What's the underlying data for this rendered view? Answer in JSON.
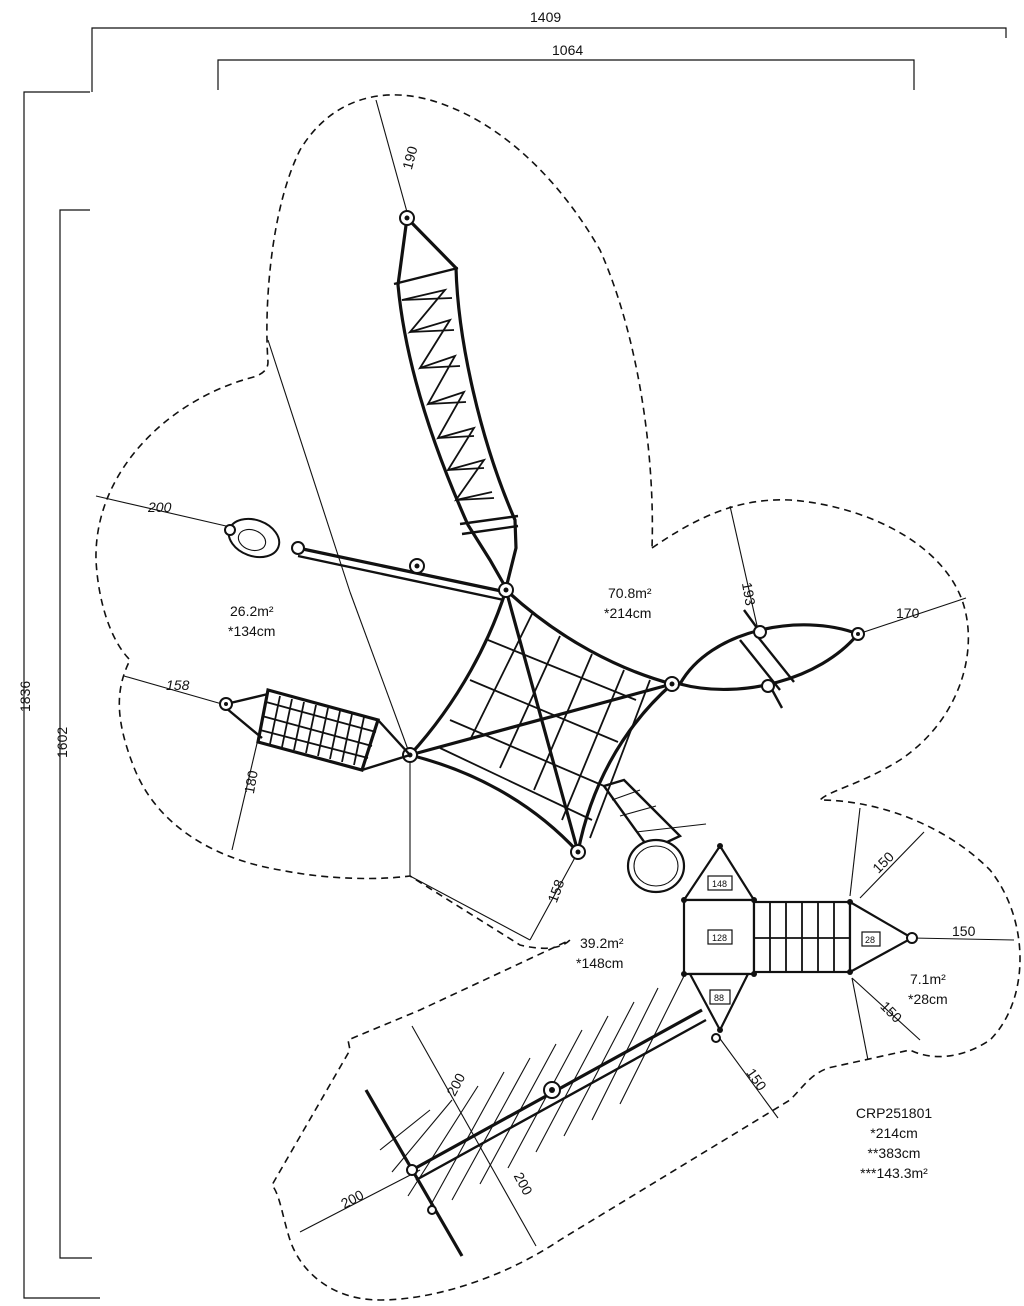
{
  "overall": {
    "width_outer": "1409",
    "width_inner": "1064",
    "height_outer": "1836",
    "height_inner": "1602"
  },
  "clearances": {
    "tower_top": "190",
    "swing_left": "200",
    "bridge_left_a": "158",
    "bridge_left_b": "180",
    "boat_top": "193",
    "boat_right": "170",
    "net_bottom": "158",
    "deck_top": "150",
    "deck_right": "150",
    "deck_bottom_right": "150",
    "deck_bottom": "150",
    "slope_a": "200",
    "slope_b": "200",
    "slope_c": "200"
  },
  "zones": {
    "net_area": "70.8m²",
    "net_height": "*214cm",
    "left_area": "26.2m²",
    "left_height": "*134cm",
    "lower_area": "39.2m²",
    "lower_height": "*148cm",
    "deck_area": "7.1m²",
    "deck_height": "*28cm"
  },
  "deck_labels": {
    "tower_a": "148",
    "tower_b": "128",
    "tower_c": "88",
    "tower_d": "28"
  },
  "product": {
    "code": "CRP251801",
    "free_height": "*214cm",
    "total_height": "**383cm",
    "total_area": "***143.3m²"
  }
}
